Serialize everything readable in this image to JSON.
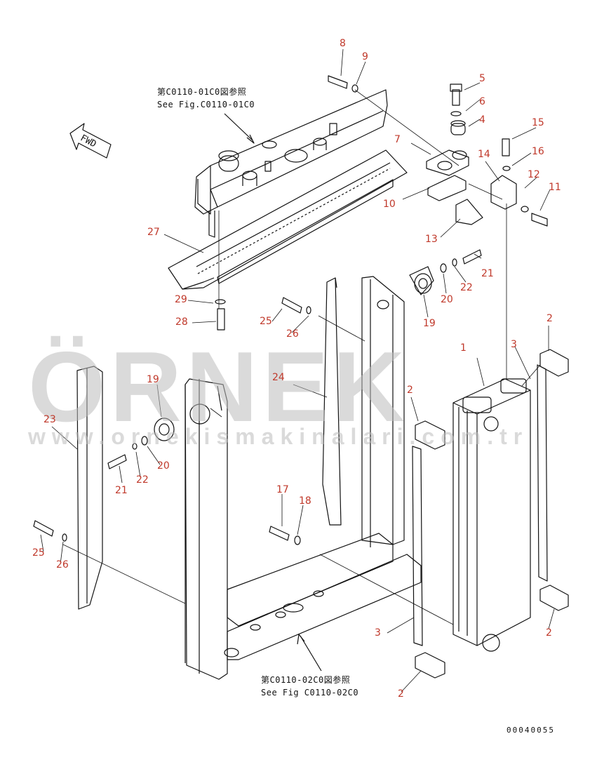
{
  "diagram": {
    "callouts": {
      "c1": "1",
      "c2a": "2",
      "c2b": "2",
      "c2c": "2",
      "c2d": "2",
      "c3a": "3",
      "c3b": "3",
      "c4": "4",
      "c5": "5",
      "c6": "6",
      "c7": "7",
      "c8": "8",
      "c9": "9",
      "c10": "10",
      "c11": "11",
      "c12": "12",
      "c13": "13",
      "c14": "14",
      "c15": "15",
      "c16": "16",
      "c17": "17",
      "c18": "18",
      "c19a": "19",
      "c19b": "19",
      "c20a": "20",
      "c20b": "20",
      "c21a": "21",
      "c21b": "21",
      "c22a": "22",
      "c22b": "22",
      "c23": "23",
      "c24": "24",
      "c25a": "25",
      "c25b": "25",
      "c26a": "26",
      "c26b": "26",
      "c27": "27",
      "c28": "28",
      "c29": "29"
    },
    "ref_top_jp": "第C0110-01C0図参照",
    "ref_top_en": "See Fig.C0110-01C0",
    "ref_bottom_jp": "第C0110-02C0図参照",
    "ref_bottom_en": "See Fig C0110-02C0",
    "fwd_label": "FWD",
    "doc_number": "00040055"
  },
  "watermark": {
    "brand": "ÖRNEK",
    "url": "www.ornekismakinalari.com.tr"
  },
  "colors": {
    "callout": "#c0392b",
    "line": "#111111",
    "watermark": "#bcbcbc",
    "accent_dots": "#f1d36b"
  }
}
